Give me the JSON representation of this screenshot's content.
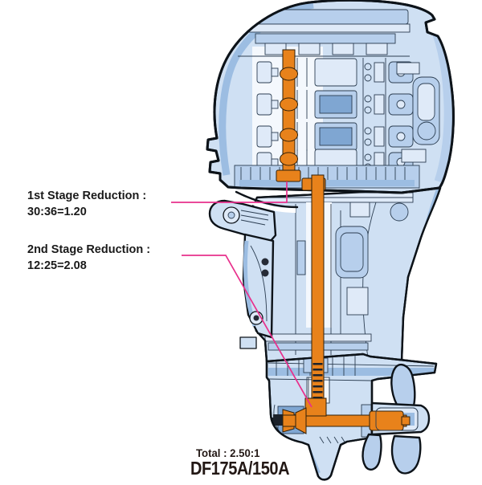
{
  "diagram": {
    "model_name": "DF175A/150A",
    "total_ratio": "Total : 2.50:1",
    "callouts": [
      {
        "title": "1st Stage Reduction :",
        "value": "30:36=1.20"
      },
      {
        "title": "2nd Stage Reduction :",
        "value": "12:25=2.08"
      }
    ],
    "icons": [
      "outboard-motor-cutaway",
      "callout-line"
    ],
    "colors": {
      "body_fill": "#cfe0f3",
      "body_light": "#dfeaf8",
      "body_mid": "#b7cfec",
      "body_shade": "#9cbde2",
      "body_dark": "#7fa6d2",
      "body_white": "#f4f8fd",
      "line": "#2c3e52",
      "outline": "#0d1319",
      "highlight_orange": "#e8821b",
      "callout_pink": "#e8308c",
      "ink": "#1a1a1a",
      "model_ink": "#231815",
      "page_bg": "#ffffff"
    }
  }
}
